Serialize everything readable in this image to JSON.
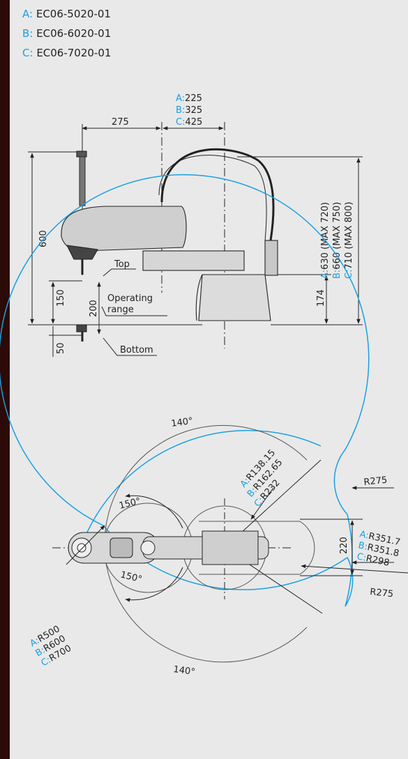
{
  "models": [
    {
      "letter": "A:",
      "code": "EC06-5020-01"
    },
    {
      "letter": "B:",
      "code": "EC06-6020-01"
    },
    {
      "letter": "C:",
      "code": "EC06-7020-01"
    }
  ],
  "side_view": {
    "arm_len": {
      "a": "A:",
      "a_val": "225",
      "b": "B:",
      "b_val": "325",
      "c": "C:",
      "c_val": "425"
    },
    "dim_275": "275",
    "dim_600": "600",
    "dim_150": "150",
    "dim_200": "200",
    "dim_50": "50",
    "dim_174": "174",
    "top_label": "Top",
    "operating_label_1": "Operating",
    "operating_label_2": "range",
    "bottom_label": "Bottom",
    "height": {
      "a": "A:",
      "a_val": "630 (MAX 720)",
      "b": "B:",
      "b_val": "660 (MAX 750)",
      "c": "C:",
      "c_val": "710 (MAX 800)"
    }
  },
  "top_view": {
    "angle_140_top": "140°",
    "angle_140_bottom": "140°",
    "angle_150_top": "150°",
    "angle_150_bottom": "150°",
    "r_inner": {
      "a": "A:",
      "a_val": "R138.15",
      "b": "B:",
      "b_val": "R162.65",
      "c": "C:",
      "c_val": "R232"
    },
    "r_outer": {
      "a": "A:",
      "a_val": "R500",
      "b": "B:",
      "b_val": "R600",
      "c": "C:",
      "c_val": "R700"
    },
    "r_right": {
      "a": "A:",
      "a_val": "R351.7",
      "b": "B:",
      "b_val": "R351.8",
      "c": "C:",
      "c_val": "R298"
    },
    "r275_top": "R275",
    "r275_bottom": "R275",
    "dim_220": "220"
  },
  "colors": {
    "accent": "#1aa0e0",
    "sidebar": "#2b0a08",
    "line": "#222222"
  }
}
